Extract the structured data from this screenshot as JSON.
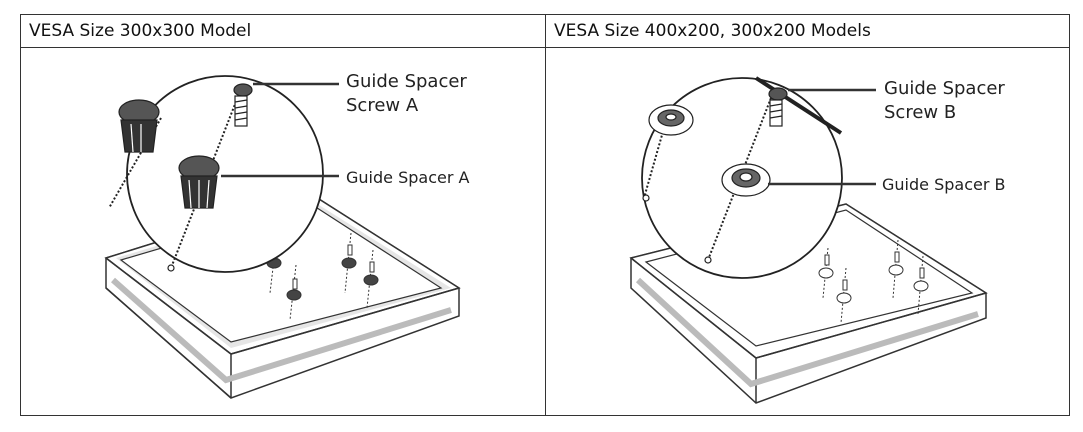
{
  "columns": [
    {
      "header": "VESA Size 300x300 Model",
      "screw_label_line1": "Guide Spacer",
      "screw_label_line2": "Screw A",
      "spacer_label": "Guide Spacer A"
    },
    {
      "header": "VESA Size 400x200, 300x200 Models",
      "screw_label_line1": "Guide Spacer",
      "screw_label_line2": "Screw B",
      "spacer_label": "Guide Spacer B"
    }
  ]
}
